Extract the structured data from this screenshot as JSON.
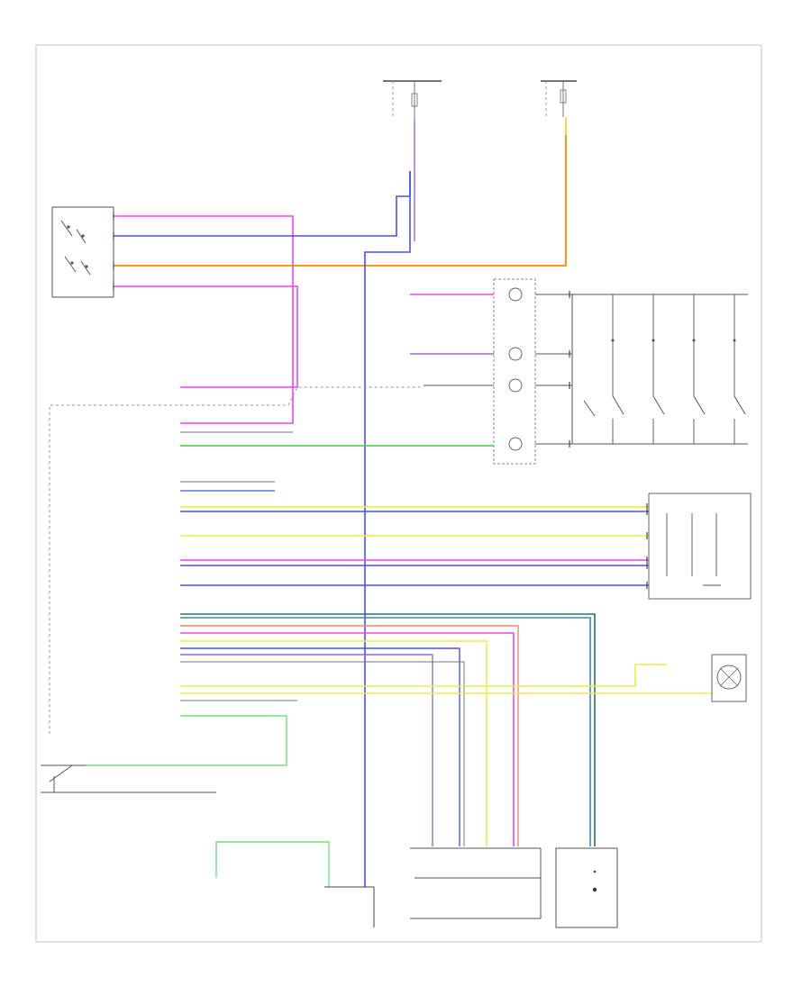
{
  "diagram": {
    "page_id": "",
    "colors": {
      "pink": "#ee44ee",
      "blue": "#4455ee",
      "orange": "#ff8800",
      "green": "#44cc44",
      "yellow": "#eeee44",
      "lightgreen": "#77dd77",
      "darkgreen": "#227766",
      "teal": "#4488aa",
      "violet": "#9966dd",
      "salmon": "#ee8866",
      "frame": "#cccccc",
      "ink": "#333333"
    },
    "components": [
      {
        "id": "brake-pedal-switch"
      },
      {
        "id": "fuse-hot-at-all-times"
      },
      {
        "id": "fuse-hot-in-run"
      },
      {
        "id": "steering-wheel-switch-clockspring"
      },
      {
        "id": "auto-trans-range-sensor"
      },
      {
        "id": "speed-sensor"
      },
      {
        "id": "clutch-pedal-switch"
      },
      {
        "id": "output-shaft-speed-sensor"
      },
      {
        "id": "throttle-position-sensor"
      },
      {
        "id": "powertrain-control-module"
      }
    ]
  }
}
